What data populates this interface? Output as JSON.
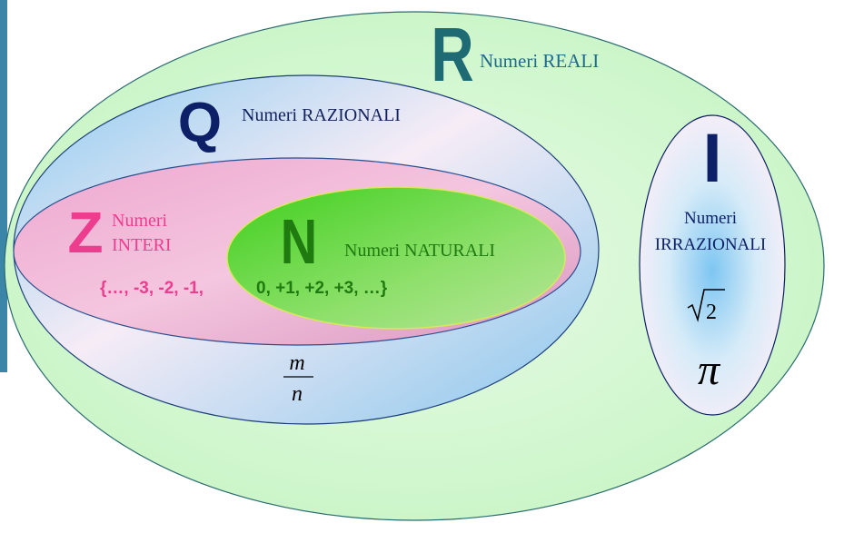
{
  "sets": {
    "reals": {
      "symbol": "R",
      "label": "Numeri REALI",
      "symbol_color": "#1f6b73",
      "label_color": "#1f6b8a",
      "fill": "#ccf7cc"
    },
    "rationals": {
      "symbol": "Q",
      "label": "Numeri RAZIONALI",
      "symbol_color": "#0d1f66",
      "label_color": "#12205c",
      "fill": "#a8d8f0"
    },
    "integers": {
      "symbol": "Z",
      "label_line1": "Numeri",
      "label_line2": "INTERI",
      "symbol_color": "#ec3d8f",
      "label_color": "#ec3d8f",
      "fill": "#f0b8d8",
      "examples": "{…, -3, -2, -1,"
    },
    "naturals": {
      "symbol": "N",
      "label": "Numeri NATURALI",
      "symbol_color": "#1f7a10",
      "label_color": "#1f7a10",
      "fill": "#6ed34a",
      "examples": "0, +1, +2, +3, …}"
    },
    "irrationals": {
      "symbol": "I",
      "label_line1": "Numeri",
      "label_line2": "IRRAZIONALI",
      "symbol_color": "#0d1f66",
      "label_color": "#0d1f66",
      "fill": "#a8d8f0",
      "example_sqrt_radicand": "2",
      "example_pi": "π"
    }
  },
  "fraction": {
    "numerator": "m",
    "denominator": "n"
  },
  "accent_bar_color": "#3b86a8"
}
